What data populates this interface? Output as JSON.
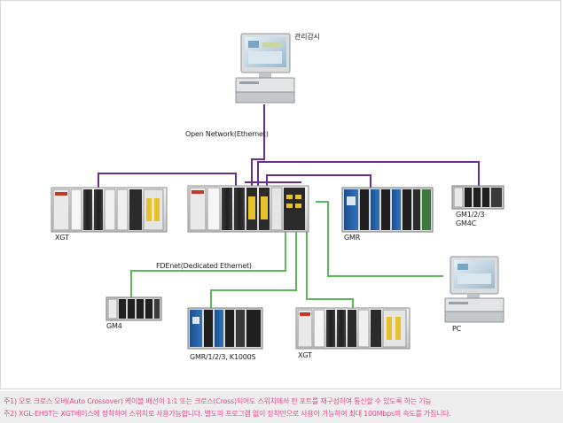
{
  "labels": {
    "mgmt_station": "관리감시",
    "open_network": "Open Network(Ethernet)",
    "fdenet": "FDEnet(Dedicated Ethernet)",
    "xgt_left": "XGT",
    "gmr_top": "GMR",
    "gm123_gm4c": [
      "GM1/2/3",
      "GM4C"
    ],
    "gm4": "GM4",
    "gmr_bottom": "GMR/1/2/3, K1000S",
    "xgt_bottom": "XGT",
    "pc": "PC"
  },
  "notes": [
    "주1) 오토 크로스 오버(Auto Crossover) 케이블 배선이 1:1 또는 크로스(Cross)되어도 스위치에서 핀 포트를 재구성하여 통신할 수 있도록 하는 기능",
    "주2) XGL-EH5T는 XGT베이스에 장착하여 스위치로 사용가능합니다. 별도의 프로그램 없이 장착만으로 사용이 가능하여 최대 100Mbps의 속도를 가집니다."
  ],
  "colors": {
    "ethernet_line": "#6a2f8c",
    "fdenet_line": "#5cb85c",
    "note_text": "#e14d8a"
  }
}
